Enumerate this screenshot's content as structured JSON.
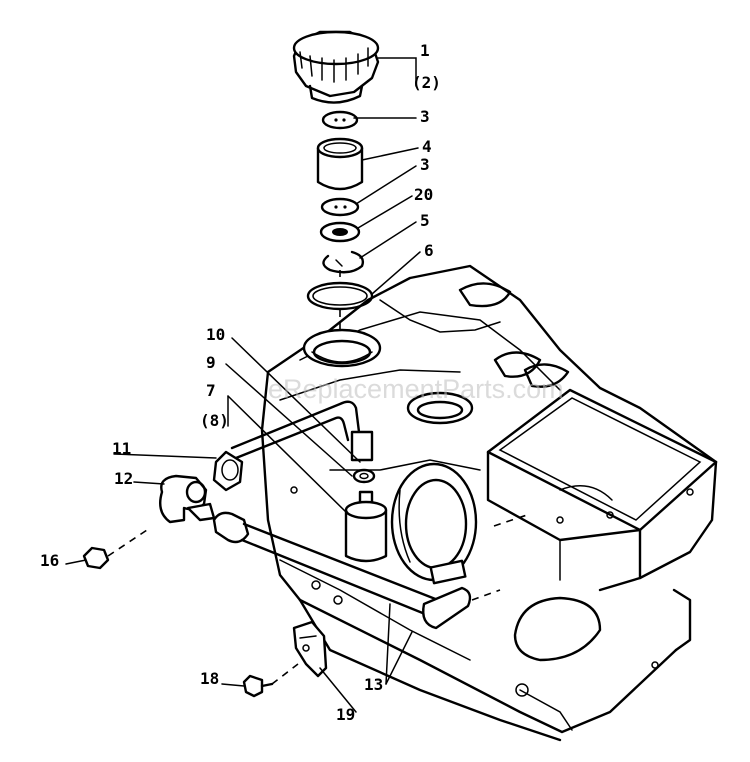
{
  "watermark": "eReplacementParts.com",
  "labels": {
    "p1": "1",
    "p1_alt": "(2)",
    "p3a": "3",
    "p4": "4",
    "p3b": "3",
    "p20": "20",
    "p5": "5",
    "p6": "6",
    "p10": "10",
    "p9": "9",
    "p7": "7",
    "p7_alt": "(8)",
    "p11": "11",
    "p12": "12",
    "p16": "16",
    "p18": "18",
    "p13": "13",
    "p19": "19"
  }
}
